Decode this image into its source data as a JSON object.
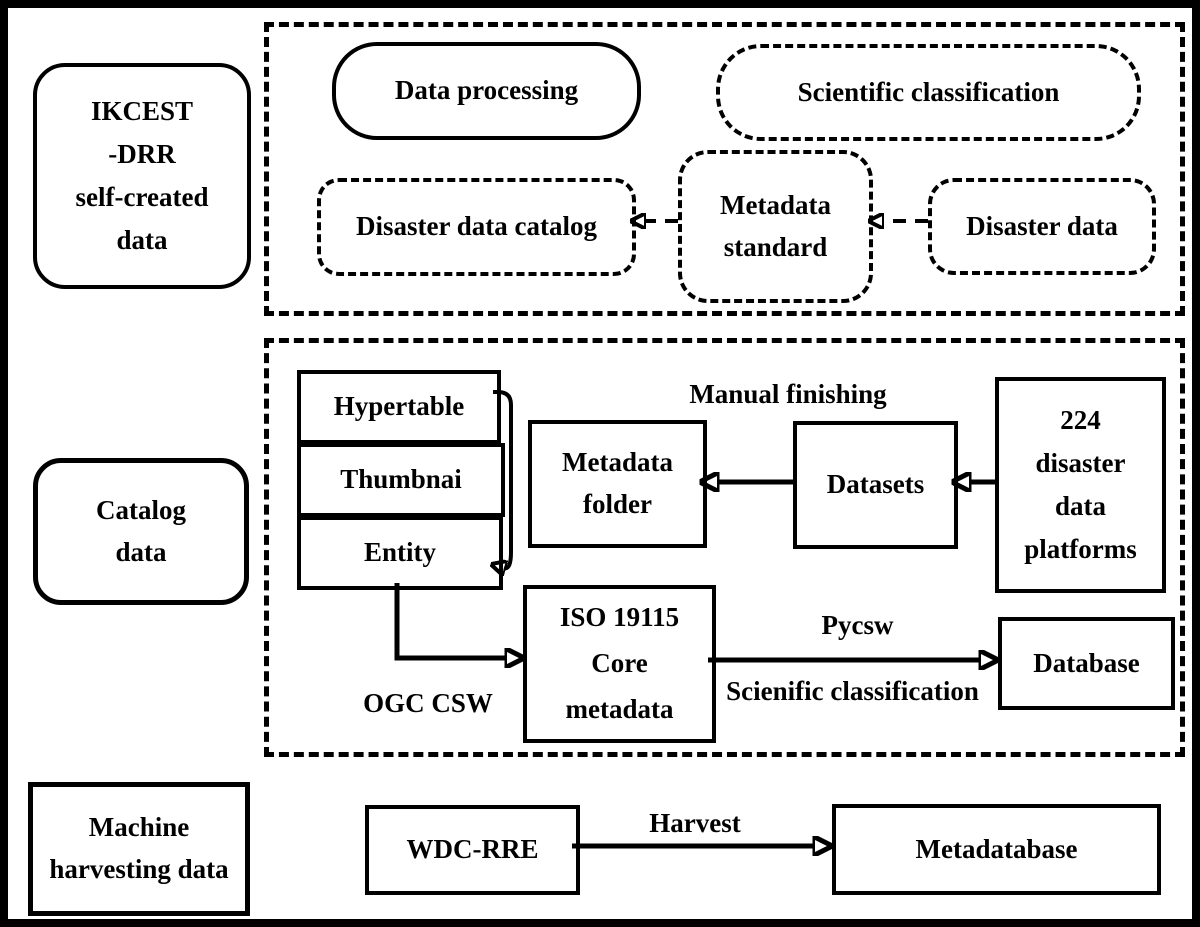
{
  "diagram": {
    "title_context": "IKCEST-DRR data workflow diagram",
    "colors": {
      "ink": "#000000",
      "background": "#ffffff"
    },
    "left_column": {
      "self_created": "IKCEST\n-DRR\nself-created\ndata",
      "catalog": "Catalog\ndata",
      "machine": "Machine\nharvesting data"
    },
    "top_section": {
      "data_processing": "Data processing",
      "scientific_classification": "Scientific classification",
      "disaster_data_catalog": "Disaster data catalog",
      "metadata_standard": "Metadata\nstandard",
      "disaster_data": "Disaster data"
    },
    "middle_section": {
      "hypertable": "Hypertable",
      "thumbnai": "Thumbnai",
      "entity": "Entity",
      "metadata_folder": "Metadata\nfolder",
      "manual_finishing": "Manual finishing",
      "datasets": "Datasets",
      "platforms": "224\ndisaster\ndata\nplatforms",
      "iso_core_metadata": "ISO 19115\nCore\nmetadata",
      "ogc_csw": "OGC CSW",
      "pycsw": "Pycsw",
      "scienific_classification": "Scienific classification",
      "database": "Database"
    },
    "bottom_section": {
      "wdc_rre": "WDC-RRE",
      "harvest": "Harvest",
      "metadatabase": "Metadatabase"
    }
  }
}
